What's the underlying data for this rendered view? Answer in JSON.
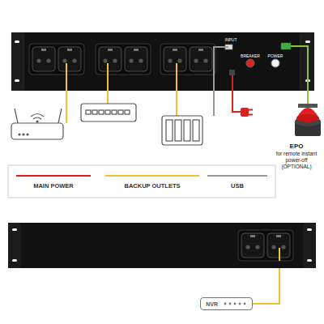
{
  "diagram": {
    "nodes": [
      {
        "text": [
          "EPO",
          "for remote instant power-off (OPTIONAL)"
        ]
      },
      {
        "text": [
          "NVR"
        ]
      }
    ],
    "labels": [
      "INPUT",
      "BREAKER",
      "POWER"
    ],
    "legend": [
      {
        "text": "MAIN POWER"
      },
      {
        "text": "BACKUP OUTLETS"
      },
      {
        "text": "USB"
      }
    ]
  }
}
